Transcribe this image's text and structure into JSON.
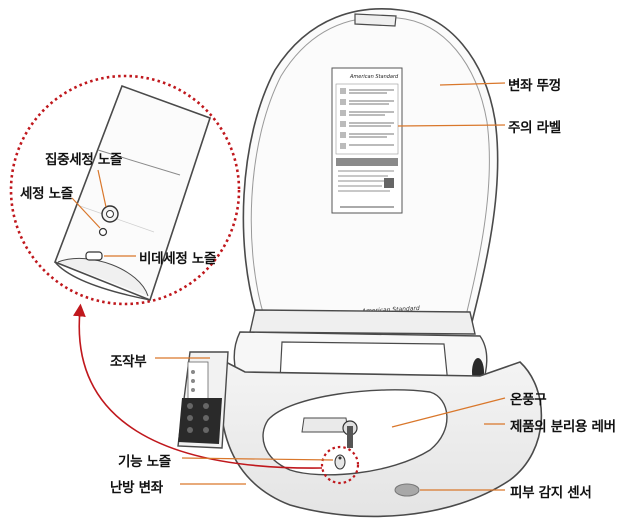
{
  "labels": {
    "lid": "변좌 뚜껑",
    "caution_label": "주의 라벨",
    "concentrated_nozzle": "집중세정 노즐",
    "wash_nozzle": "세정 노즐",
    "bidet_nozzle": "비데세정 노즐",
    "control_panel": "조작부",
    "warm_air": "온풍구",
    "release_lever": "제품의 분리용 레버",
    "nozzle_exposed": "기능 노즐",
    "heated_seat": "난방 변좌",
    "skin_sensor": "피부 감지 센서"
  },
  "brand": "American Standard",
  "colors": {
    "callout_circle": "#c0181d",
    "leader_line": "#d9772b",
    "outline": "#4a4a4a",
    "panel_dark": "#2a2a2a"
  }
}
